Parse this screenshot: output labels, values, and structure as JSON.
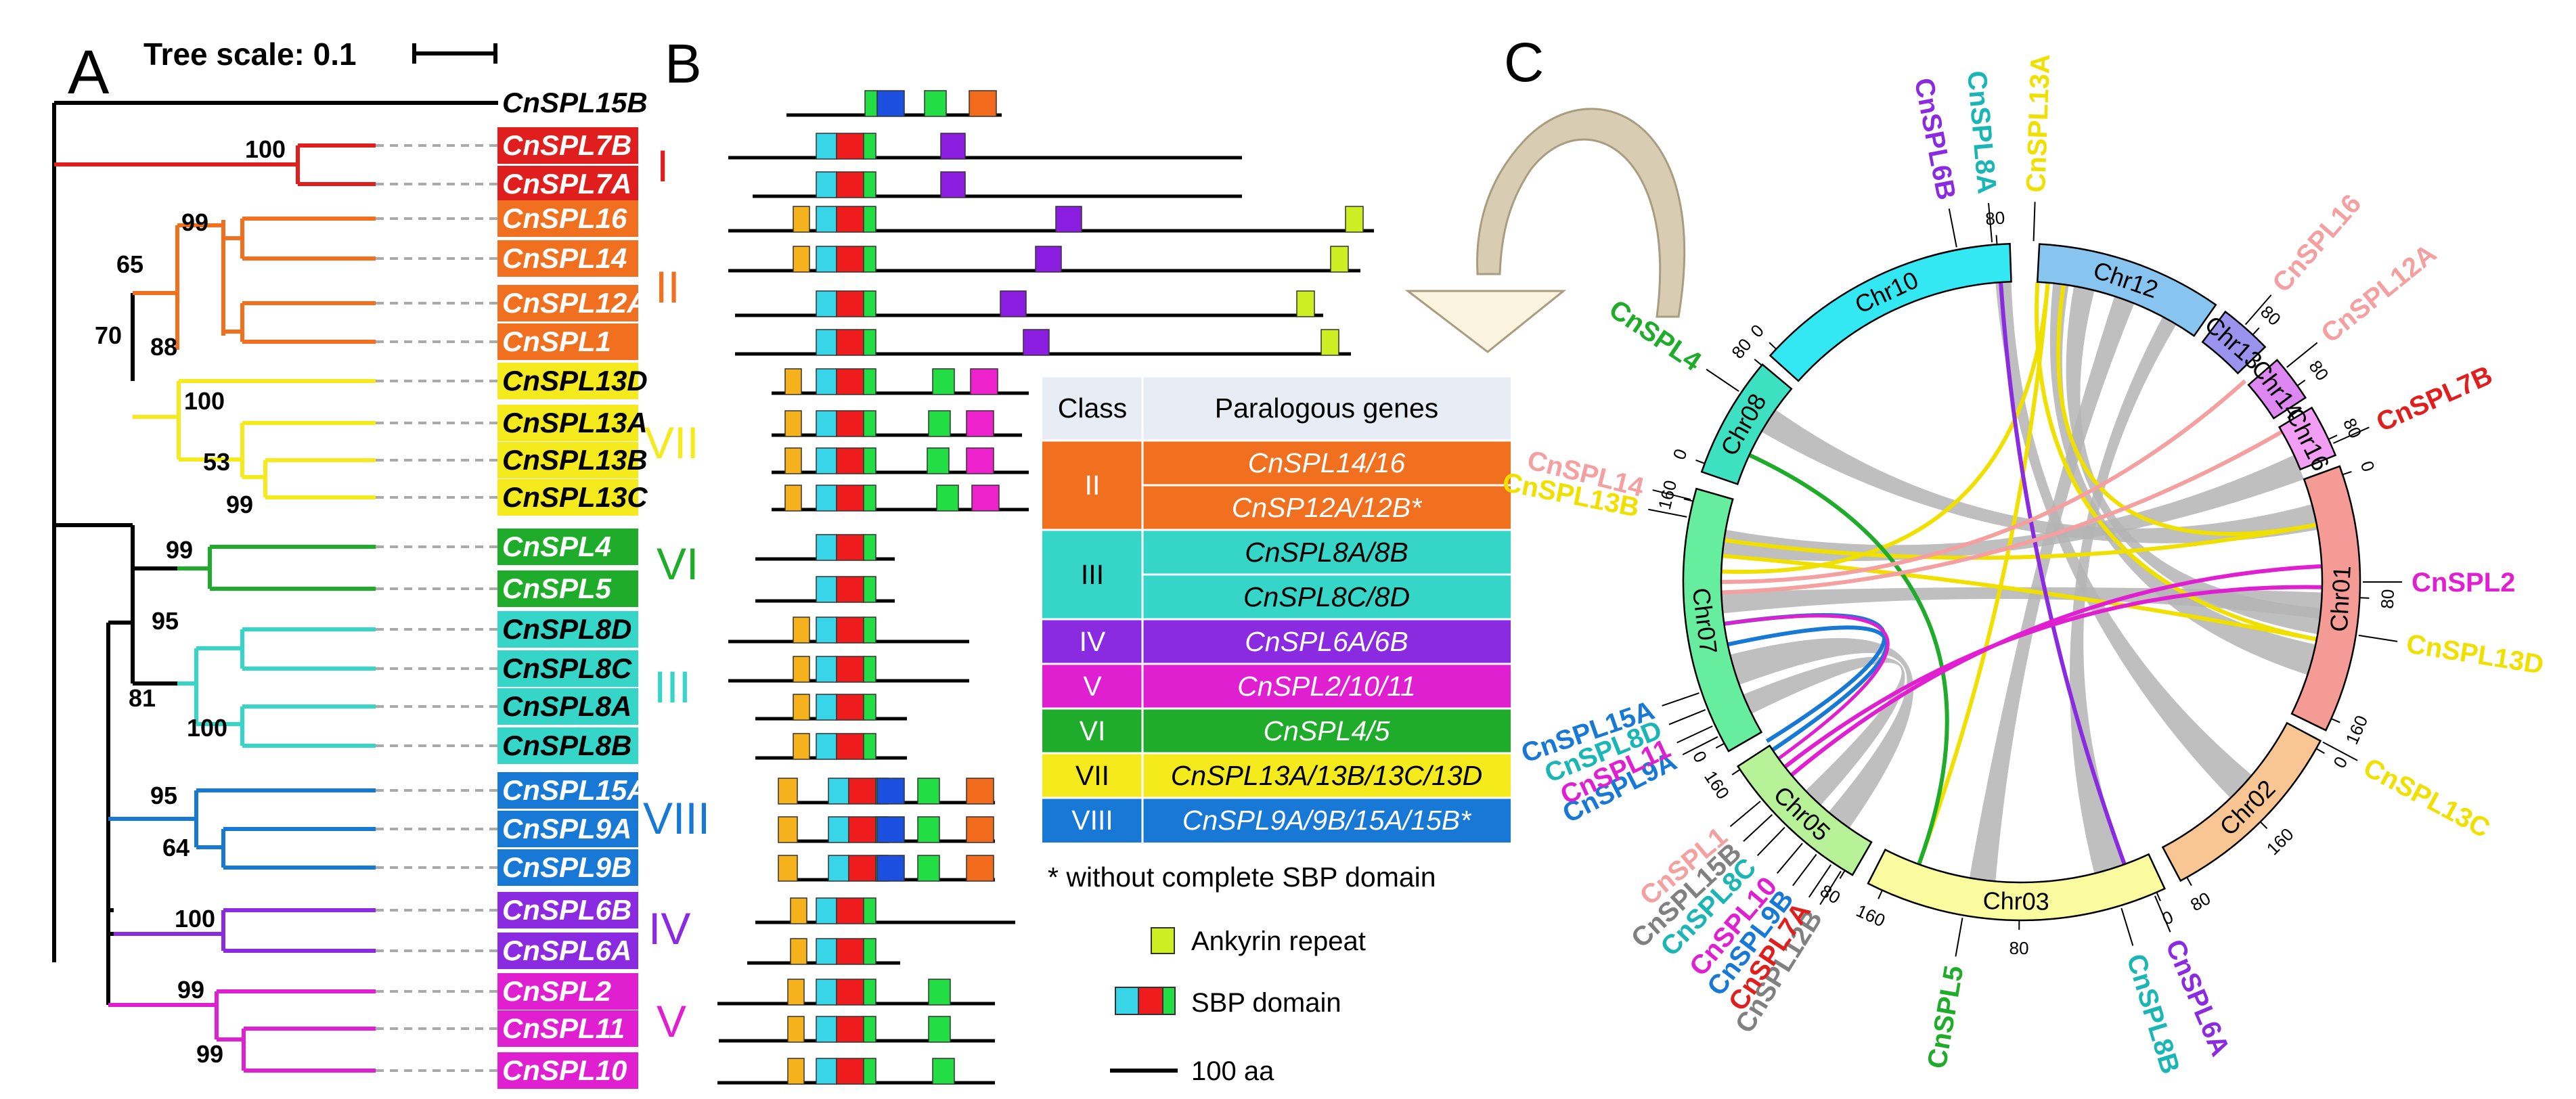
{
  "panels": {
    "a": "A",
    "b": "B",
    "c": "C"
  },
  "tree_scale": {
    "label": "Tree scale: 0.1"
  },
  "leaves": [
    {
      "name": "CnSPL15B",
      "color": "none",
      "text_color": "#000000"
    },
    {
      "name": "CnSPL7B",
      "color": "#e01e1e",
      "text_color": "#ffffff"
    },
    {
      "name": "CnSPL7A",
      "color": "#e01e1e",
      "text_color": "#ffffff"
    },
    {
      "name": "CnSPL16",
      "color": "#f07020",
      "text_color": "#ffffff"
    },
    {
      "name": "CnSPL14",
      "color": "#f07020",
      "text_color": "#ffffff"
    },
    {
      "name": "CnSPL12A",
      "color": "#f07020",
      "text_color": "#ffffff"
    },
    {
      "name": "CnSPL1",
      "color": "#f07020",
      "text_color": "#ffffff"
    },
    {
      "name": "CnSPL13D",
      "color": "#f5ea1c",
      "text_color": "#000000"
    },
    {
      "name": "CnSPL13A",
      "color": "#f5ea1c",
      "text_color": "#000000"
    },
    {
      "name": "CnSPL13B",
      "color": "#f5ea1c",
      "text_color": "#000000"
    },
    {
      "name": "CnSPL13C",
      "color": "#f5ea1c",
      "text_color": "#000000"
    },
    {
      "name": "CnSPL4",
      "color": "#1fac2a",
      "text_color": "#ffffff"
    },
    {
      "name": "CnSPL5",
      "color": "#1fac2a",
      "text_color": "#ffffff"
    },
    {
      "name": "CnSPL8D",
      "color": "#35d6c8",
      "text_color": "#000000"
    },
    {
      "name": "CnSPL8C",
      "color": "#35d6c8",
      "text_color": "#000000"
    },
    {
      "name": "CnSPL8A",
      "color": "#35d6c8",
      "text_color": "#000000"
    },
    {
      "name": "CnSPL8B",
      "color": "#35d6c8",
      "text_color": "#000000"
    },
    {
      "name": "CnSPL15A",
      "color": "#1878d6",
      "text_color": "#ffffff"
    },
    {
      "name": "CnSPL9A",
      "color": "#1878d6",
      "text_color": "#ffffff"
    },
    {
      "name": "CnSPL9B",
      "color": "#1878d6",
      "text_color": "#ffffff"
    },
    {
      "name": "CnSPL6B",
      "color": "#8a2be2",
      "text_color": "#ffffff"
    },
    {
      "name": "CnSPL6A",
      "color": "#8a2be2",
      "text_color": "#ffffff"
    },
    {
      "name": "CnSPL2",
      "color": "#e020d0",
      "text_color": "#ffffff"
    },
    {
      "name": "CnSPL11",
      "color": "#e020d0",
      "text_color": "#ffffff"
    },
    {
      "name": "CnSPL10",
      "color": "#e020d0",
      "text_color": "#ffffff"
    }
  ],
  "bootstrap": [
    "100",
    "99",
    "65",
    "70",
    "88",
    "100",
    "53",
    "99",
    "99",
    "95",
    "81",
    "100",
    "95",
    "64",
    "100",
    "99",
    "99"
  ],
  "classes": [
    {
      "label": "I",
      "color": "#e01e1e"
    },
    {
      "label": "II",
      "color": "#f07020"
    },
    {
      "label": "VII",
      "color": "#f5ea1c"
    },
    {
      "label": "VI",
      "color": "#1fac2a"
    },
    {
      "label": "III",
      "color": "#35d6c8"
    },
    {
      "label": "VIII",
      "color": "#1878d6"
    },
    {
      "label": "IV",
      "color": "#8a2be2"
    },
    {
      "label": "V",
      "color": "#e020d0"
    }
  ],
  "domain_colors": {
    "ankyrin": "#ccee22",
    "orange": "#f5b21c",
    "cyan": "#38d4e8",
    "red": "#ee1c1c",
    "green": "#22dd44",
    "blue": "#1a4fe0",
    "purple": "#8a1de0",
    "dorange": "#f26b1c",
    "magenta": "#ee22cc"
  },
  "table": {
    "headers": [
      "Class",
      "Paralogous genes"
    ],
    "rows": [
      {
        "cls": "II",
        "genes": [
          "CnSPL14/16",
          "CnSP12A/12B*"
        ],
        "color": "#f07020",
        "text": "#ffffff"
      },
      {
        "cls": "III",
        "genes": [
          "CnSPL8A/8B",
          "CnSPL8C/8D"
        ],
        "color": "#35d6c8",
        "text": "#000000"
      },
      {
        "cls": "IV",
        "genes": [
          "CnSPL6A/6B"
        ],
        "color": "#8a2be2",
        "text": "#ffffff"
      },
      {
        "cls": "V",
        "genes": [
          "CnSPL2/10/11"
        ],
        "color": "#e020d0",
        "text": "#ffffff"
      },
      {
        "cls": "VI",
        "genes": [
          "CnSPL4/5"
        ],
        "color": "#1fac2a",
        "text": "#ffffff"
      },
      {
        "cls": "VII",
        "genes": [
          "CnSPL13A/13B/13C/13D"
        ],
        "color": "#f5ea1c",
        "text": "#000000"
      },
      {
        "cls": "VIII",
        "genes": [
          "CnSPL9A/9B/15A/15B*"
        ],
        "color": "#1878d6",
        "text": "#ffffff"
      }
    ],
    "footnote": "* without complete SBP domain"
  },
  "legend": {
    "ankyrin": "Ankyrin repeat",
    "sbp": "SBP domain",
    "scale": "100 aa"
  },
  "chromosomes": [
    {
      "name": "Chr10",
      "color": "#33e8f2",
      "ticks": [
        {
          "label": "0"
        },
        {
          "label": "80"
        }
      ]
    },
    {
      "name": "Chr12",
      "color": "#88c4f0",
      "ticks": []
    },
    {
      "name": "Chr13",
      "color": "#9a93ee",
      "ticks": [
        {
          "label": "80"
        }
      ]
    },
    {
      "name": "Chr14",
      "color": "#dd88f2",
      "ticks": [
        {
          "label": "80"
        }
      ]
    },
    {
      "name": "Chr16",
      "color": "#f29ef4",
      "ticks": [
        {
          "label": "80"
        }
      ]
    },
    {
      "name": "Chr01",
      "color": "#f49b96",
      "ticks": [
        {
          "label": "0"
        },
        {
          "label": "80"
        },
        {
          "label": "160"
        }
      ]
    },
    {
      "name": "Chr02",
      "color": "#f8c593",
      "ticks": [
        {
          "label": "0"
        },
        {
          "label": "160"
        },
        {
          "label": "80"
        }
      ]
    },
    {
      "name": "Chr03",
      "color": "#fafa9e",
      "ticks": [
        {
          "label": "0"
        },
        {
          "label": "80"
        },
        {
          "label": "160"
        }
      ]
    },
    {
      "name": "Chr05",
      "color": "#b8f298",
      "ticks": [
        {
          "label": "80"
        },
        {
          "label": "160"
        }
      ]
    },
    {
      "name": "Chr07",
      "color": "#66ee9e",
      "ticks": [
        {
          "label": "0"
        },
        {
          "label": "160"
        }
      ]
    },
    {
      "name": "Chr08",
      "color": "#3ee0c2",
      "ticks": [
        {
          "label": "0"
        },
        {
          "label": "80"
        }
      ]
    }
  ],
  "gene_labels": [
    {
      "text": "CnSPL6B",
      "color": "#8a2be2"
    },
    {
      "text": "CnSPL8A",
      "color": "#1ab5b5"
    },
    {
      "text": "CnSPL13A",
      "color": "#f0e000"
    },
    {
      "text": "CnSPL16",
      "color": "#f4a0a0"
    },
    {
      "text": "CnSPL12A",
      "color": "#f4a0a0"
    },
    {
      "text": "CnSPL7B",
      "color": "#e01e1e"
    },
    {
      "text": "CnSPL2",
      "color": "#e020d0"
    },
    {
      "text": "CnSPL13D",
      "color": "#f0e000"
    },
    {
      "text": "CnSPL13C",
      "color": "#f0e000"
    },
    {
      "text": "CnSPL6A",
      "color": "#8a2be2"
    },
    {
      "text": "CnSPL8B",
      "color": "#1ab5b5"
    },
    {
      "text": "CnSPL5",
      "color": "#1fac2a"
    },
    {
      "text": "CnSPL12B",
      "color": "#808080"
    },
    {
      "text": "CnSPL7A",
      "color": "#e01e1e"
    },
    {
      "text": "CnSPL9B",
      "color": "#1878d6"
    },
    {
      "text": "CnSPL10",
      "color": "#e020d0"
    },
    {
      "text": "CnSPL8C",
      "color": "#1ab5b5"
    },
    {
      "text": "CnSPL15B",
      "color": "#808080"
    },
    {
      "text": "CnSPL1",
      "color": "#f4a0a0"
    },
    {
      "text": "CnSPL9A",
      "color": "#1878d6"
    },
    {
      "text": "CnSPL11",
      "color": "#e020d0"
    },
    {
      "text": "CnSPL8D",
      "color": "#1ab5b5"
    },
    {
      "text": "CnSPL15A",
      "color": "#1878d6"
    },
    {
      "text": "CnSPL13B",
      "color": "#f0e000"
    },
    {
      "text": "CnSPL14",
      "color": "#f4a0a0"
    },
    {
      "text": "CnSPL4",
      "color": "#1fac2a"
    }
  ]
}
